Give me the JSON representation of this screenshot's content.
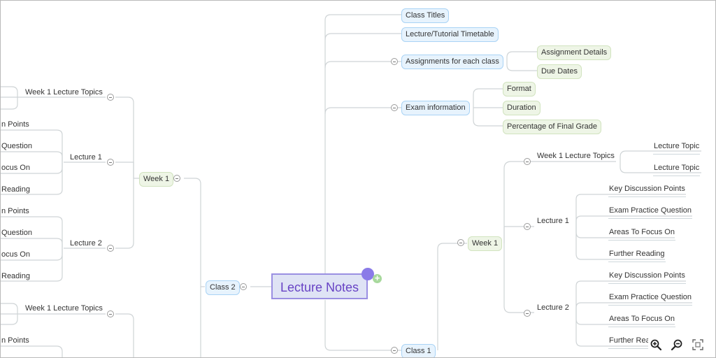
{
  "central": "Lecture Notes",
  "right_top": {
    "class_titles": "Class Titles",
    "timetable": "Lecture/Tutorial Timetable",
    "assignments": "Assignments for each class",
    "assignment_details": "Assignment Details",
    "due_dates": "Due Dates",
    "exam_info": "Exam information",
    "format": "Format",
    "duration": "Duration",
    "percentage": "Percentage of Final Grade"
  },
  "right_class1": {
    "class": "Class 1",
    "week": "Week 1",
    "week_topics": "Week 1 Lecture Topics",
    "lecture_topic_a": "Lecture Topic",
    "lecture_topic_b": "Lecture Topic",
    "lecture1": "Lecture 1",
    "lecture2": "Lecture 2",
    "l1_items": [
      "Key Discussion Points",
      "Exam Practice Question",
      "Areas To Focus On",
      "Further Reading"
    ],
    "l2_items": [
      "Key Discussion Points",
      "Exam Practice Question",
      "Areas To Focus On",
      "Further Rea"
    ]
  },
  "left_class2": {
    "class": "Class 2",
    "week": "Week 1",
    "week_topics_a": "Week 1 Lecture Topics",
    "week_topics_b": "Week 1 Lecture Topics",
    "lecture1": "Lecture 1",
    "lecture2": "Lecture 2",
    "l1_items": [
      "n Points",
      "Question",
      "ocus On",
      "Reading"
    ],
    "l2_items": [
      "n Points",
      "Question",
      "ocus On",
      "Reading"
    ],
    "bottom_item": "n Points"
  },
  "icons": [
    "zoom-in-icon",
    "zoom-out-icon",
    "fit-screen-icon"
  ]
}
